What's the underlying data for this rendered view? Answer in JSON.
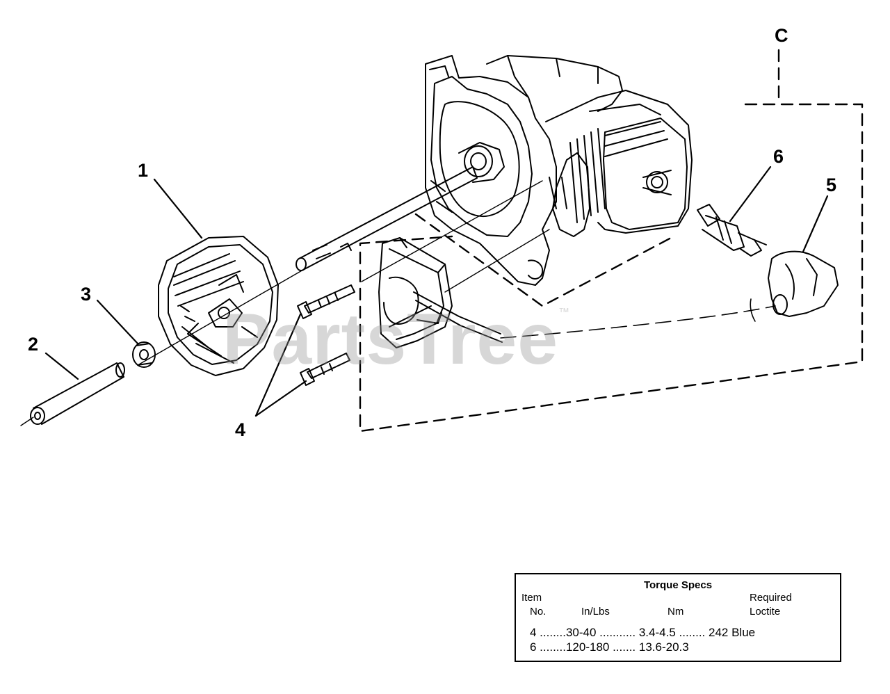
{
  "callouts": {
    "c1": "1",
    "c2": "2",
    "c3": "3",
    "c4": "4",
    "c5": "5",
    "c6": "6",
    "assembly": "C"
  },
  "watermark": {
    "text": "PartsTree",
    "mark": "™"
  },
  "torque_specs": {
    "title": "Torque Specs",
    "col_item_line1": "Item",
    "col_item_line2": "No.",
    "col_inlbs": "In/Lbs",
    "col_nm": "Nm",
    "col_loctite_line1": "Required",
    "col_loctite_line2": "Loctite",
    "rows": [
      "4 ........30-40 ........... 3.4-4.5 ........ 242 Blue",
      "6 ........120-180 ....... 13.6-20.3"
    ]
  },
  "colors": {
    "line": "#000000",
    "watermark": "#969696",
    "background": "#ffffff"
  }
}
